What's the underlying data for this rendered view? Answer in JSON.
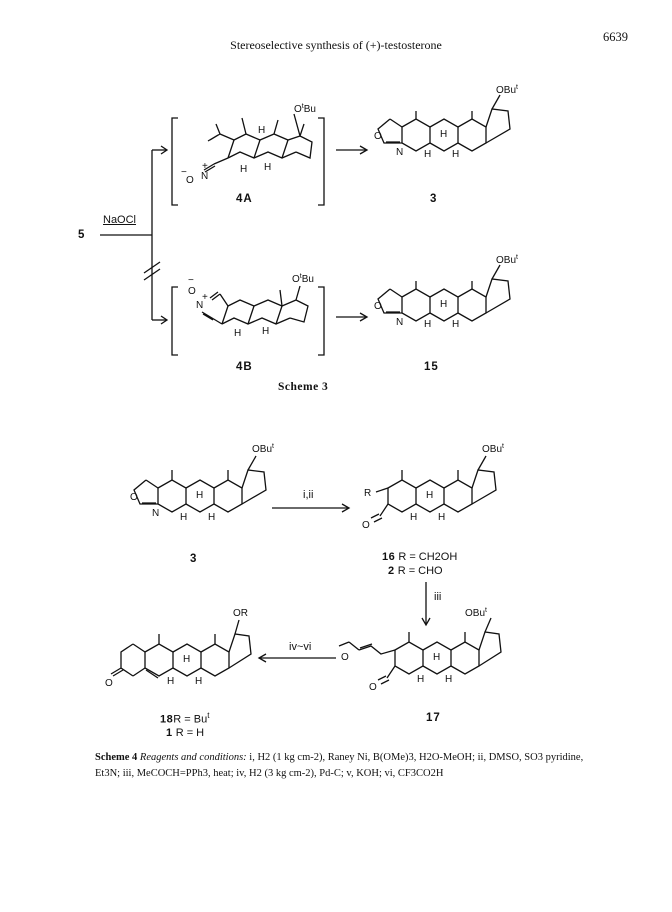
{
  "header": {
    "title": "Stereoselective synthesis of (+)-testosterone",
    "page_number": "6639"
  },
  "scheme3": {
    "start_compound": "5",
    "reagent": "NaOCl",
    "upper_intermediate": "4A",
    "upper_product": "3",
    "lower_intermediate": "4B",
    "lower_product": "15",
    "caption": "Scheme 3",
    "labels": {
      "obu": "OBu",
      "obu_sup": "t",
      "otbu_pre": "O",
      "otbu_sup": "t",
      "otbu_post": "Bu",
      "h": "H",
      "o": "O",
      "n": "N",
      "minus": "−",
      "plus": "+"
    }
  },
  "scheme4": {
    "compound_3": "3",
    "compound_16": "16",
    "r16": "R = CH2OH",
    "compound_2": "2",
    "r2": "R = CHO",
    "compound_17": "17",
    "compound_18": "18",
    "r18": "R = Bu",
    "r18_sup": "t",
    "compound_1": "1",
    "r1": "R = H",
    "step_1": "i,ii",
    "step_2": "iii",
    "step_3": "iv~vi",
    "r_label": "R",
    "or_label": "OR"
  },
  "footnote": {
    "title": "Scheme 4",
    "subtitle": "Reagents and conditions:",
    "text": "i, H2 (1 kg cm-2), Raney Ni, B(OMe)3, H2O-MeOH; ii, DMSO, SO3 pyridine, Et3N; iii, MeCOCH=PPh3, heat; iv, H2 (3 kg cm-2), Pd-C; v, KOH; vi, CF3CO2H"
  }
}
